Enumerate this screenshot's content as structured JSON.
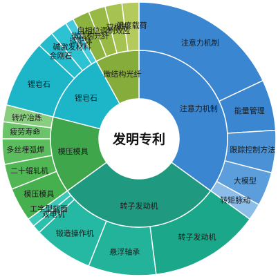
{
  "chart_data": {
    "type": "sunburst",
    "title": "发明专利",
    "colors": {
      "注意力机制": "#3a86d0",
      "锂皂石": "#1cb6c8",
      "微结构光纤": "#86ad3c",
      "模压模具": "#3fa64b",
      "转子发动机": "#1f9a80"
    },
    "inner": [
      {
        "name": "注意力机制",
        "value": 35
      },
      {
        "name": "转子发动机",
        "value": 30
      },
      {
        "name": "模压模具",
        "value": 14
      },
      {
        "name": "锂皂石",
        "value": 13
      },
      {
        "name": "微结构光纤",
        "value": 8
      }
    ],
    "outer": [
      {
        "parent": "注意力机制",
        "name": "注意力机制",
        "value": 18,
        "color": "#3a86d0"
      },
      {
        "parent": "注意力机制",
        "name": "能量管理",
        "value": 6,
        "color": "#3a86d0"
      },
      {
        "parent": "注意力机制",
        "name": "跟踪控制方法",
        "value": 5,
        "color": "#4a91d6"
      },
      {
        "parent": "注意力机制",
        "name": "大模型",
        "value": 4,
        "color": "#5c9ddc"
      },
      {
        "parent": "注意力机制",
        "name": "转矩脉动",
        "value": 2,
        "color": "#8cbde8"
      },
      {
        "parent": "转子发动机",
        "name": "转子发动机",
        "value": 13,
        "color": "#1ba88a"
      },
      {
        "parent": "转子发动机",
        "name": "悬浮轴承",
        "value": 8,
        "color": "#22b39a"
      },
      {
        "parent": "转子发动机",
        "name": "锻造操作机",
        "value": 7,
        "color": "#25b8a2"
      },
      {
        "parent": "转子发动机",
        "name": "双电机",
        "value": 1,
        "color": "#2cc0ac"
      },
      {
        "parent": "转子发动机",
        "name": "工字型截面",
        "value": 1,
        "color": "#3cc8b6"
      },
      {
        "parent": "模压模具",
        "name": "模压模具",
        "value": 4,
        "color": "#46b04e"
      },
      {
        "parent": "模压模具",
        "name": "二十辊轧机",
        "value": 3,
        "color": "#51b755"
      },
      {
        "parent": "模压模具",
        "name": "多丝埋弧焊",
        "value": 3,
        "color": "#5cbd5e"
      },
      {
        "parent": "模压模具",
        "name": "疲劳寿命",
        "value": 2,
        "color": "#6cc46a"
      },
      {
        "parent": "模压模具",
        "name": "转炉冶炼",
        "value": 2,
        "color": "#88ce7e"
      },
      {
        "parent": "锂皂石",
        "name": "锂皂石",
        "value": 8,
        "color": "#1cb6c8"
      },
      {
        "parent": "锂皂石",
        "name": "金刚石",
        "value": 2,
        "color": "#24bccd"
      },
      {
        "parent": "锂皂石",
        "name": "碱激发材料",
        "value": 2,
        "color": "#2cc2d2"
      },
      {
        "parent": "锂皂石",
        "name": "适配体",
        "value": 1,
        "color": "#45cadb"
      },
      {
        "parent": "微结构光纤",
        "name": "微结构光纤",
        "value": 2,
        "color": "#8cb33f"
      },
      {
        "parent": "微结构光纤",
        "name": "自相位调制效应",
        "value": 2,
        "color": "#98ba45"
      },
      {
        "parent": "微结构光纤",
        "name": "双楔形",
        "value": 2,
        "color": "#a6c250"
      },
      {
        "parent": "微结构光纤",
        "name": "温度载荷",
        "value": 2,
        "color": "#b4ca5c"
      }
    ]
  }
}
